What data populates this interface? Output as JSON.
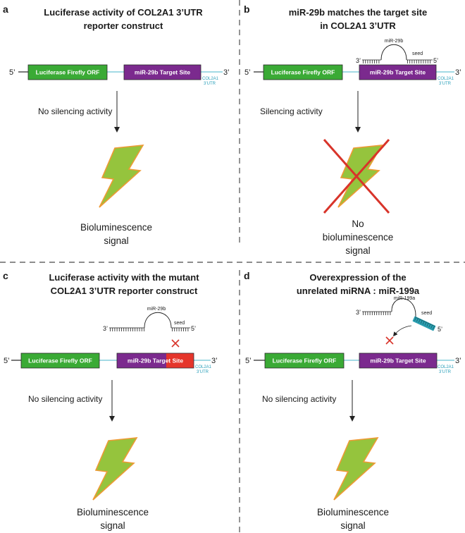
{
  "colors": {
    "orf_box": "#3aaa35",
    "target_box": "#7b2a8e",
    "mutant_site": "#e5352b",
    "utr_text": "#2a9fba",
    "bolt_fill": "#95c43d",
    "bolt_outline": "#ee9a35",
    "cross": "#d8342a",
    "mir199a_seed": "#2b9fb1"
  },
  "panel_a": {
    "label": "a",
    "title": [
      "Luciferase activity of COL2A1 3’UTR",
      "reporter construct"
    ],
    "construct": {
      "five_prime": "5’",
      "orf": "Luciferase Firefly ORF",
      "target": "miR-29b Target Site",
      "three_prime": "3’",
      "utr": [
        "COL2A1",
        "3’UTR"
      ]
    },
    "activity": "No silencing activity",
    "signal": [
      "Bioluminescence",
      "signal"
    ]
  },
  "panel_b": {
    "label": "b",
    "title": [
      "miR-29b matches the target site",
      "in COL2A1 3’UTR"
    ],
    "mirna": {
      "name": "miR-29b",
      "three_prime": "3’",
      "five_prime": "5’",
      "seed": "seed"
    },
    "construct": {
      "five_prime": "5’",
      "orf": "Luciferase Firefly ORF",
      "target": "miR-29b Target Site",
      "three_prime": "3’",
      "utr": [
        "COL2A1",
        "3’UTR"
      ]
    },
    "activity": "Silencing activity",
    "signal": [
      "No",
      "bioluminescence",
      "signal"
    ]
  },
  "panel_c": {
    "label": "c",
    "title": [
      "Luciferase activity with the mutant",
      "COL2A1 3’UTR reporter construct"
    ],
    "mirna": {
      "name": "miR-29b",
      "three_prime": "3’",
      "five_prime": "5’",
      "seed": "seed"
    },
    "construct": {
      "five_prime": "5’",
      "orf": "Luciferase Firefly ORF",
      "target": "miR-29b Target Site",
      "three_prime": "3’",
      "utr": [
        "COL2A1",
        "3’UTR"
      ]
    },
    "activity": "No silencing activity",
    "signal": [
      "Bioluminescence",
      "signal"
    ]
  },
  "panel_d": {
    "label": "d",
    "title": [
      "Overexpression of the",
      "unrelated miRNA : miR-199a"
    ],
    "mirna": {
      "name": "miR-199a",
      "three_prime": "3’",
      "five_prime": "5’",
      "seed": "seed"
    },
    "construct": {
      "five_prime": "5’",
      "orf": "Luciferase Firefly ORF",
      "target": "miR-29b Target Site",
      "three_prime": "3’",
      "utr": [
        "COL2A1",
        "3’UTR"
      ]
    },
    "activity": "No silencing activity",
    "signal": [
      "Bioluminescence",
      "signal"
    ]
  }
}
